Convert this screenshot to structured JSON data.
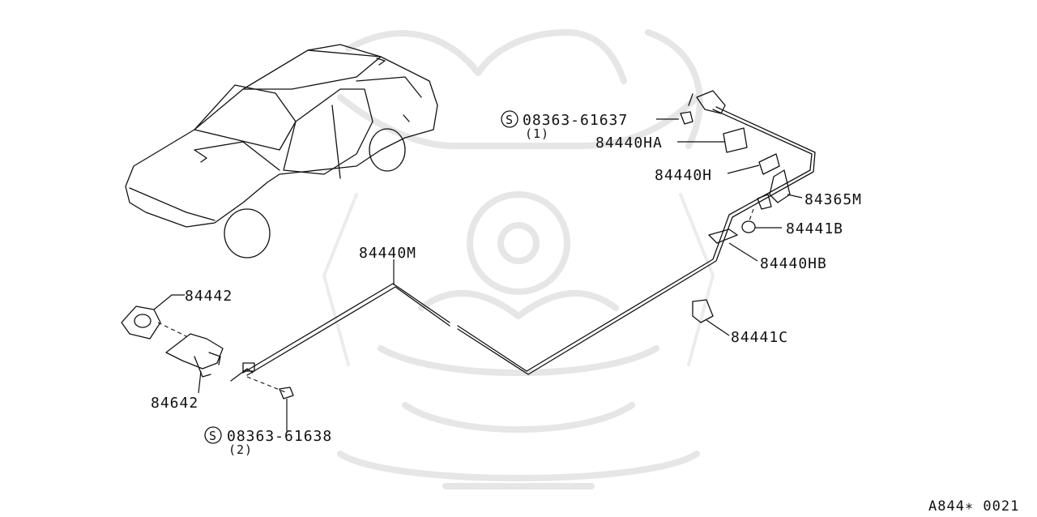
{
  "diagram": {
    "parts": {
      "p84442": "84442",
      "p84642": "84642",
      "p84440M": "84440M",
      "p84440HA": "84440HA",
      "p84440H": "84440H",
      "p84365M": "84365M",
      "p84441B": "84441B",
      "p84440HB": "84440HB",
      "p84441C": "84441C"
    },
    "screws": [
      {
        "symbol": "S",
        "number": "08363-61637",
        "qty": "(1)"
      },
      {
        "symbol": "S",
        "number": "08363-61638",
        "qty": "(2)"
      }
    ],
    "reference_code": "A844∗ 0021"
  }
}
